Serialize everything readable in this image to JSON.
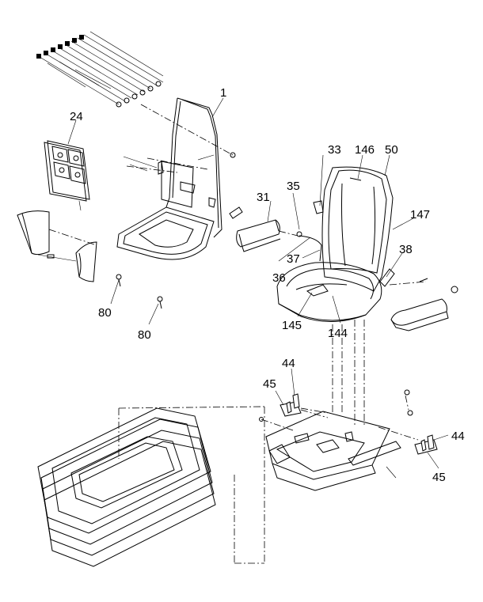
{
  "diagram": {
    "callouts": {
      "c1": "1",
      "c24": "24",
      "c33": "33",
      "c146": "146",
      "c50": "50",
      "c35": "35",
      "c31": "31",
      "c147": "147",
      "c37": "37",
      "c38": "38",
      "c36": "36",
      "c145": "145",
      "c144": "144",
      "c80a": "80",
      "c80b": "80",
      "c44a": "44",
      "c45a": "45",
      "c44b": "44",
      "c45b": "45"
    }
  }
}
